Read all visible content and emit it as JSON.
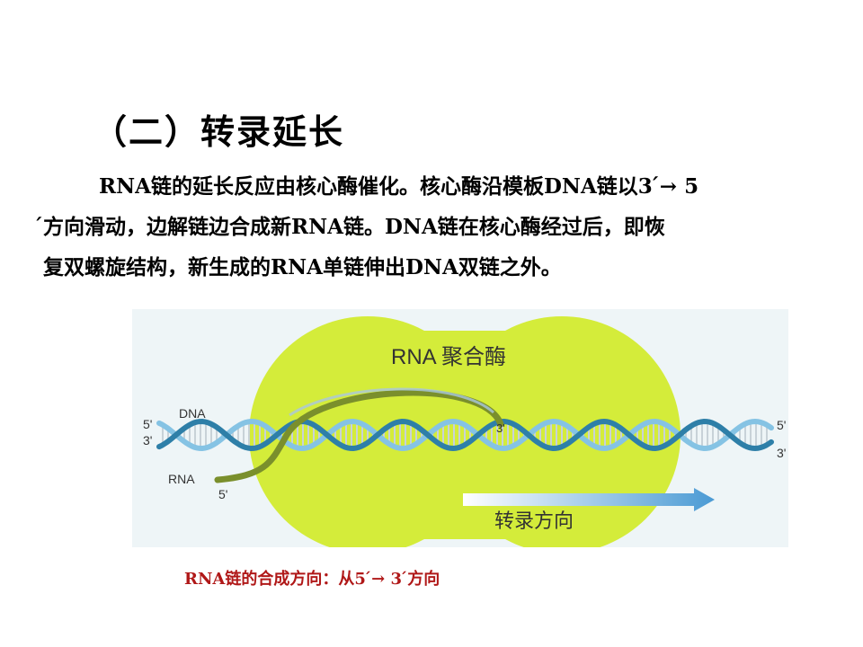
{
  "slide": {
    "title": "（二）转录延长",
    "paragraph_lines": [
      "RNA链的延长反应由核心酶催化。核心酶沿模板DNA链以3 ́→ 5",
      " ́方向滑动，边解链边合成新RNA链。DNA链在核心酶经过后，即恢",
      "复双螺旋结构，新生成的RNA单链伸出DNA双链之外。"
    ],
    "caption": "RNA链的合成方向：从5 ́→ 3 ́方向"
  },
  "diagram": {
    "enzyme_label": "RNA 聚合酶",
    "direction_label": "转录方向",
    "dna_label": "DNA",
    "rna_label": "RNA",
    "end_5_top_left": "5'",
    "end_3_bottom_left": "3'",
    "end_3_rna_tip": "3'",
    "end_5_top_right": "5'",
    "end_3_bottom_right": "3'",
    "end_5_rna": "5'",
    "colors": {
      "enzyme": "#d4ec3a",
      "background": "#eef5f7",
      "dna_strand_a": "#2e7fa8",
      "dna_strand_b": "#85c3e4",
      "rna_strand": "#7a8f2c",
      "base_pairs": "#c8d2d8",
      "arrow": "#4a9ad4",
      "caption": "#b01818"
    }
  }
}
